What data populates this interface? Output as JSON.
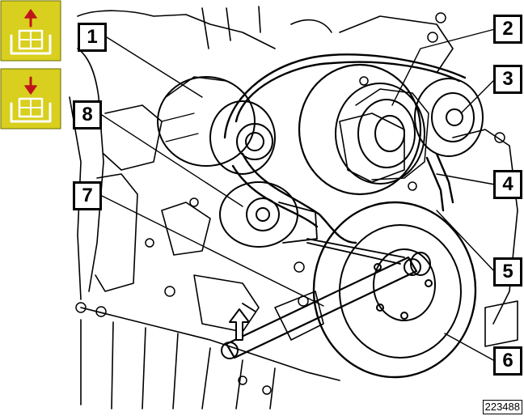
{
  "callouts": {
    "c1": "1",
    "c2": "2",
    "c3": "3",
    "c4": "4",
    "c5": "5",
    "c6": "6",
    "c7": "7",
    "c8": "8"
  },
  "reference_number": "223488",
  "colors": {
    "icon_background": "#d8cf1e",
    "arrow": "#c0141b",
    "line": "#000000"
  },
  "icons": {
    "top": "remove-component-icon",
    "bottom": "install-component-icon"
  }
}
